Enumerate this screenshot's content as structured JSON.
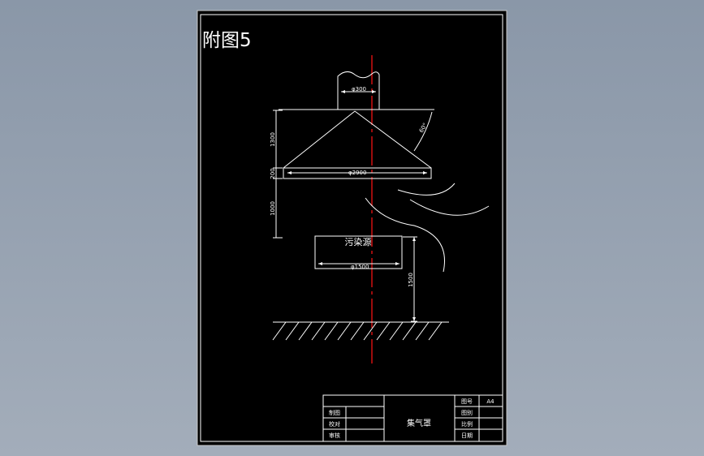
{
  "sheet": {
    "title": "附图5",
    "colors": {
      "background": "#000000",
      "lines": "#ffffff",
      "centerline": "#d01010",
      "viewport": "#9aa5b3"
    }
  },
  "drawing": {
    "pipe_dia": "φ300",
    "hood_dia": "φ2900",
    "angle": "60°",
    "hood_height": "1300",
    "rim_height": "200",
    "gap_height": "1000",
    "source_label": "污染源",
    "source_dia": "φ1500",
    "source_height": "1500"
  },
  "title_block": {
    "drawing_name": "集气罩",
    "cells": {
      "drawing_no_label": "图号",
      "drawing_no_value": "A4",
      "label_1": "制图",
      "label_2": "校对",
      "label_3": "审核",
      "right_1": "图别",
      "right_2": "比例",
      "right_3": "日期"
    }
  }
}
